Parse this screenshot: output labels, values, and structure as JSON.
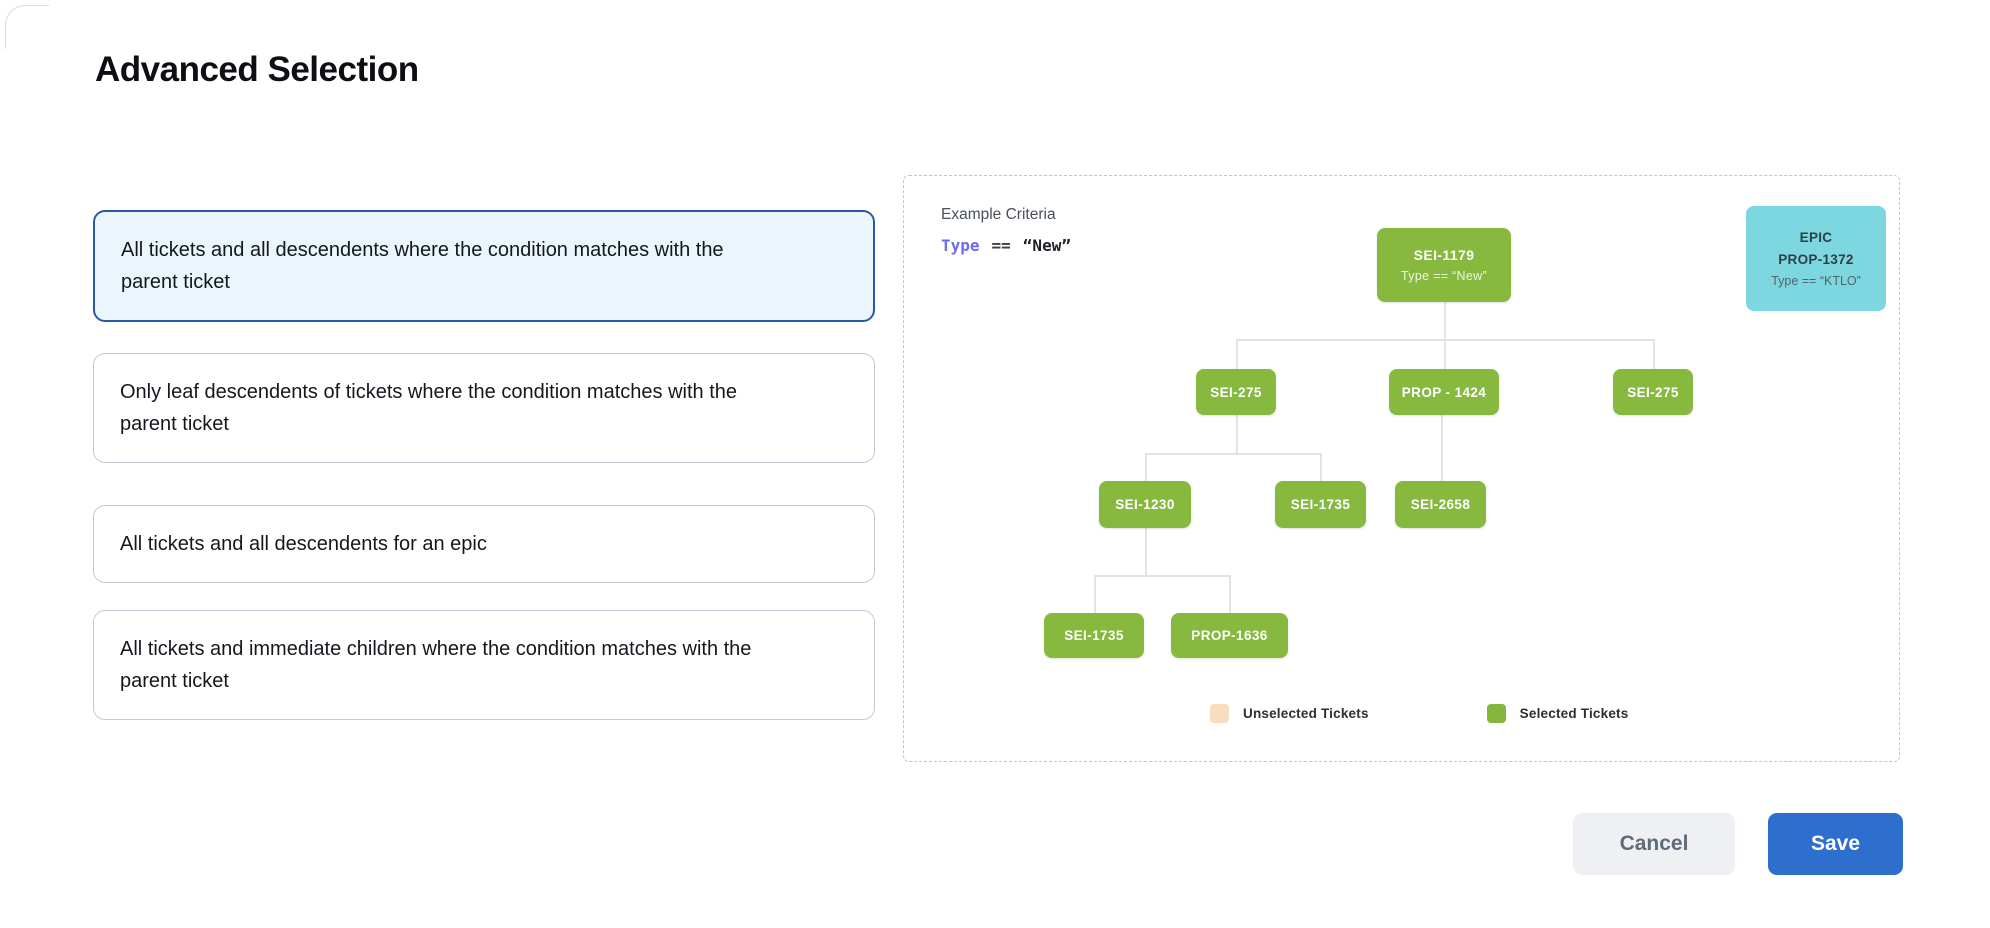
{
  "page": {
    "title": "Advanced Selection"
  },
  "options": [
    {
      "text": "All tickets and all descendents where the condition matches with the parent ticket",
      "selected": true
    },
    {
      "text": "Only leaf descendents of tickets where the condition matches with the parent ticket",
      "selected": false
    },
    {
      "text": "All tickets and all descendents for an epic",
      "selected": false
    },
    {
      "text": "All tickets and immediate children where the condition matches with the parent ticket",
      "selected": false
    }
  ],
  "example": {
    "heading": "Example Criteria",
    "criteria": {
      "field": "Type",
      "operator": "==",
      "value": "“New”"
    }
  },
  "tree": {
    "nodes": [
      {
        "label": "SEI-1179",
        "sublabel": "Type == “New”"
      },
      {
        "label": "SEI-275"
      },
      {
        "label": "PROP - 1424"
      },
      {
        "label": "SEI-275"
      },
      {
        "label": "SEI-1230"
      },
      {
        "label": "SEI-1735"
      },
      {
        "label": "SEI-2658"
      },
      {
        "label": "SEI-1735"
      },
      {
        "label": "PROP-1636"
      }
    ]
  },
  "epic_card": {
    "line1": "EPIC",
    "line2": "PROP-1372",
    "line3": "Type == “KTLO”"
  },
  "legend": {
    "unselected_label": "Unselected Tickets",
    "selected_label": "Selected Tickets"
  },
  "colors": {
    "selected_ticket": "#86b93e",
    "unselected_ticket": "#f9ddc1",
    "epic_card": "#7cd7e1",
    "selected_card_border": "#2a58a6",
    "selected_card_bg": "#ebf5fc",
    "save_button": "#2e6fce",
    "criteria_field": "#6d6af2"
  },
  "footer": {
    "cancel_label": "Cancel",
    "save_label": "Save"
  }
}
